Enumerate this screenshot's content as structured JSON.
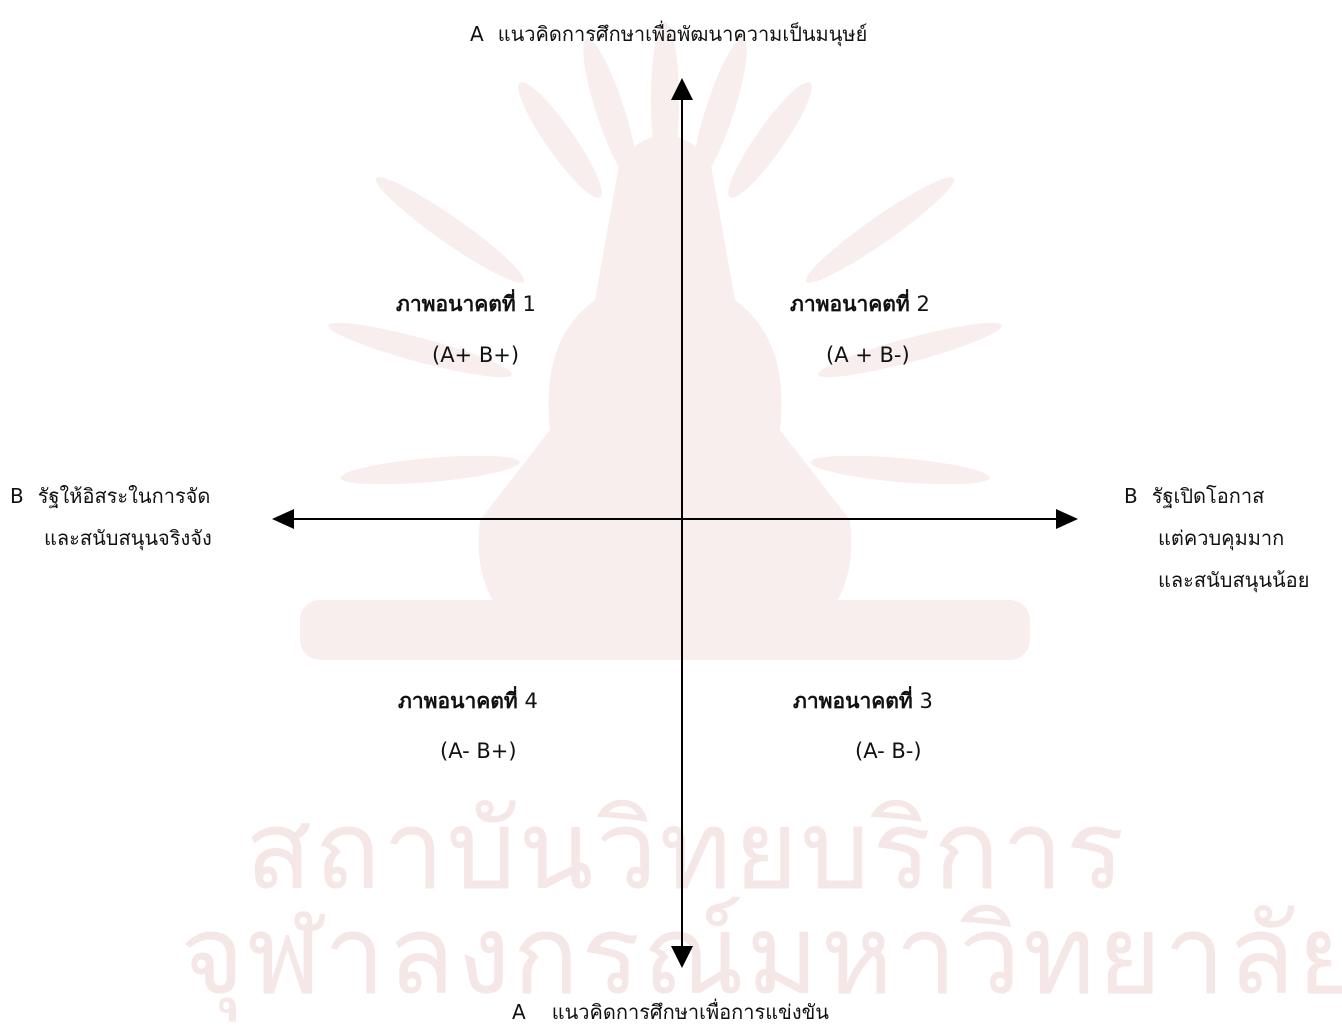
{
  "watermark": {
    "line1": "สถาบันวิทยบริการ",
    "line2": "จุฬาลงกรณ์มหาวิทยาลัย",
    "color": "#f6e7e7",
    "emblem_color": "#f8eeee"
  },
  "axes": {
    "vertical_top": {
      "letter": "A",
      "text": "แนวคิดการศึกษาเพื่อพัฒนาความเป็นมนุษย์"
    },
    "vertical_bottom": {
      "letter": "A",
      "text": "แนวคิดการศึกษาเพื่อการแข่งขัน"
    },
    "horizontal_left": {
      "letter": "B",
      "line1": "รัฐให้อิสระในการจัด",
      "line2": "และสนับสนุนจริงจัง"
    },
    "horizontal_right": {
      "letter": "B",
      "line1": "รัฐเปิดโอกาส",
      "line2": "แต่ควบคุมมาก",
      "line3": "และสนับสนุนน้อย"
    },
    "line_color": "#000000"
  },
  "quadrants": [
    {
      "title": "ภาพอนาคตที่",
      "number": "1",
      "code": "(A+   B+)"
    },
    {
      "title": "ภาพอนาคตที่",
      "number": "2",
      "code": "(A +   B-)"
    },
    {
      "title": "ภาพอนาคตที่",
      "number": "3",
      "code": "(A-   B-)"
    },
    {
      "title": "ภาพอนาคตที่",
      "number": "4",
      "code": "(A-   B+)"
    }
  ]
}
